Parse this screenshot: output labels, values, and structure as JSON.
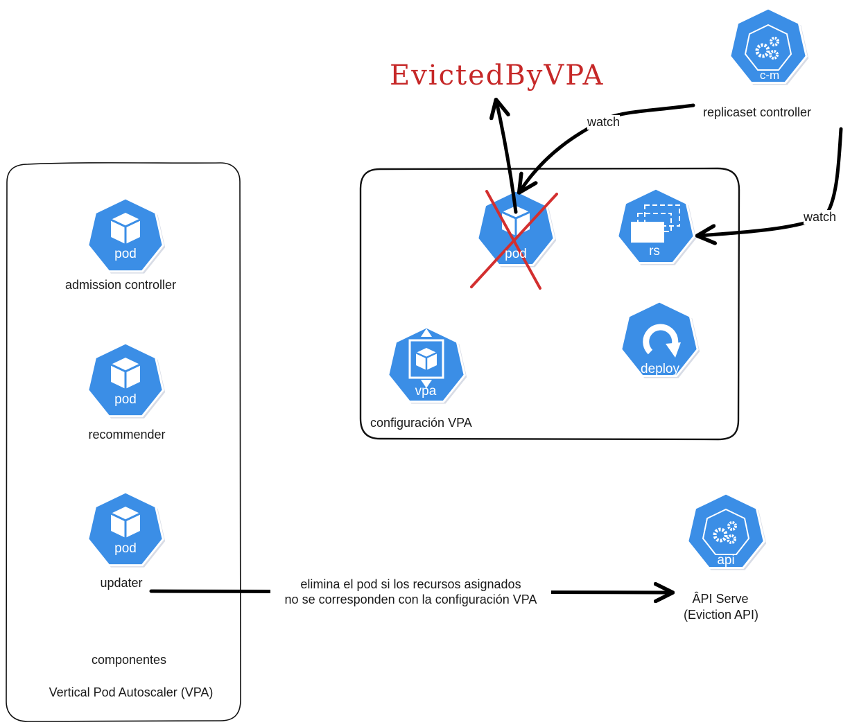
{
  "title": "EvictedByVPA",
  "colors": {
    "k8s_blue": "#326ce5",
    "icon_fill": "#3b8ee6",
    "cross": "#d32f2f",
    "title": "#c62828",
    "arrow": "#000000"
  },
  "vpa_panel": {
    "components": [
      {
        "icon": "pod",
        "label": "admission controller"
      },
      {
        "icon": "pod",
        "label": "recommender"
      },
      {
        "icon": "pod",
        "label": "updater"
      }
    ],
    "caption_components": "componentes",
    "caption_vpa": "Vertical Pod Autoscaler (VPA)"
  },
  "workload_panel": {
    "pod_label": "pod",
    "rs_label": "rs",
    "vpa_label": "vpa",
    "deploy_label": "deploy",
    "caption": "configuración VPA"
  },
  "controller": {
    "icon_label": "c-m",
    "label": "replicaset controller"
  },
  "api": {
    "icon_label": "api",
    "label_line1": "ÂPI Serve",
    "label_line2": "(Eviction API)"
  },
  "arrows": {
    "watch_pod": "watch",
    "watch_rs": "watch",
    "evict_line1": "elimina el pod si los recursos asignados",
    "evict_line2": "no se corresponden con la configuración VPA"
  }
}
